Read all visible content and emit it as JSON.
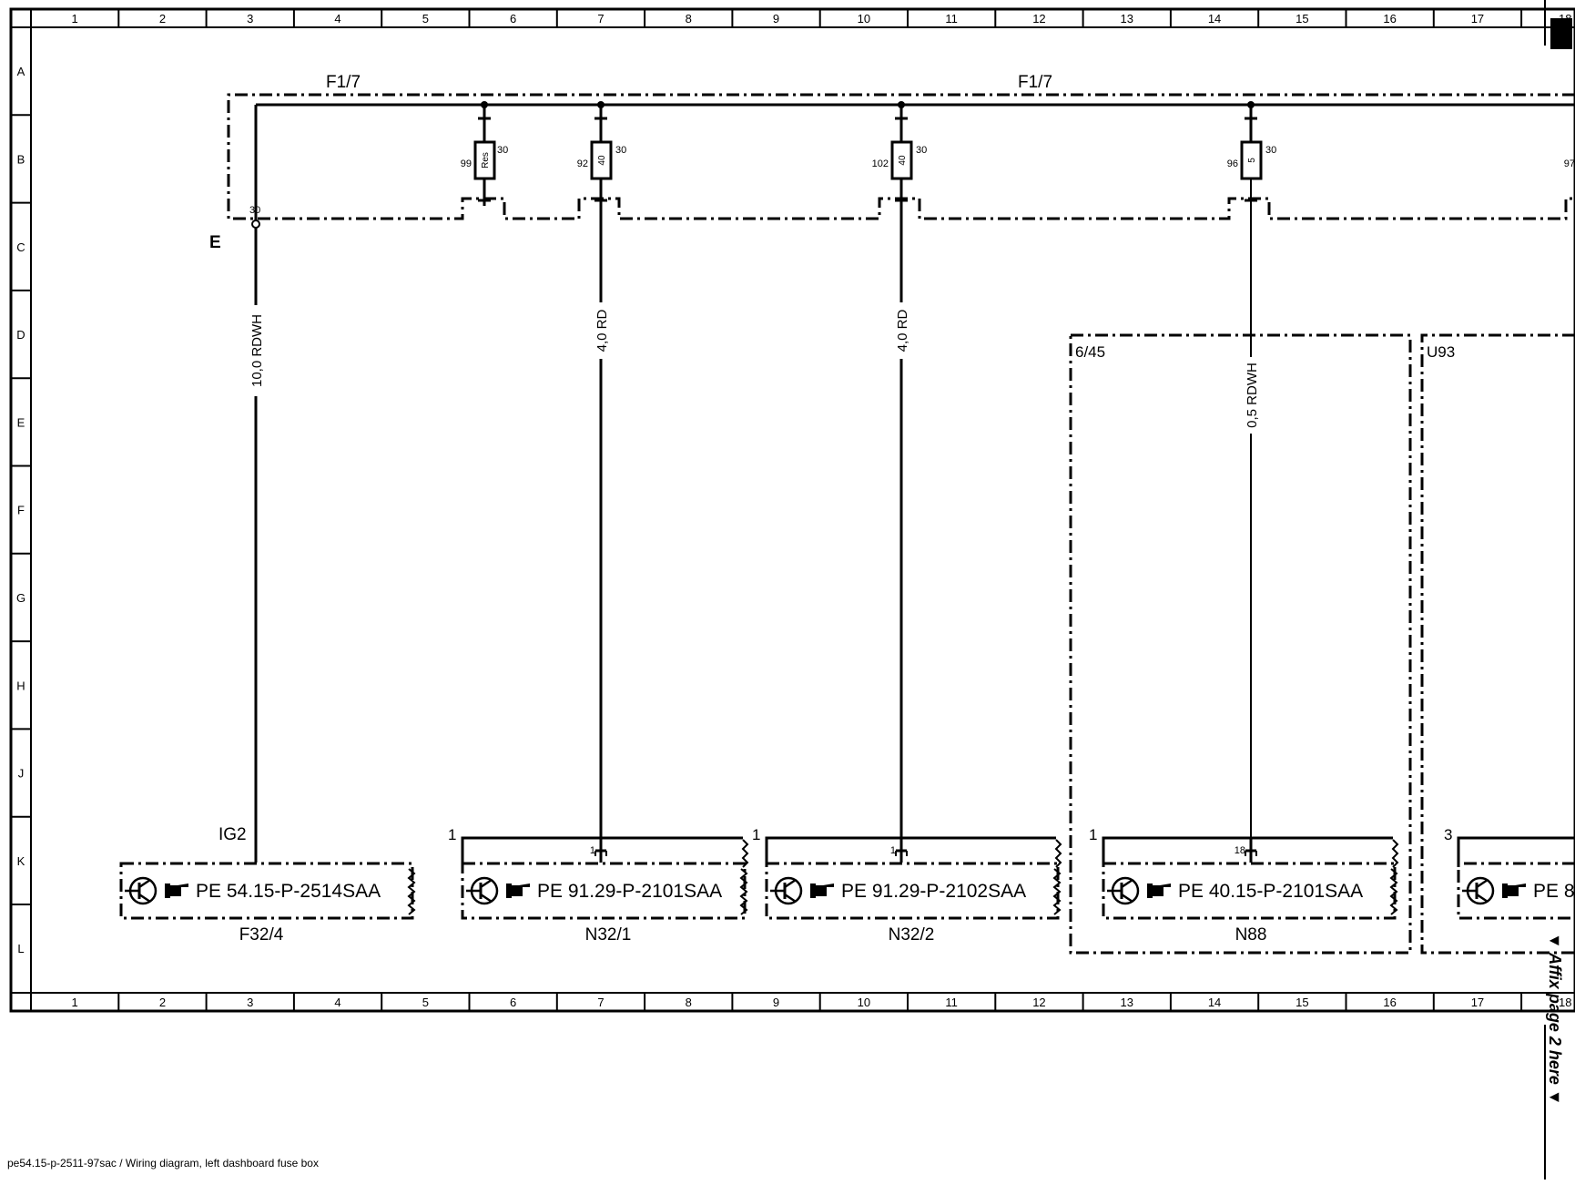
{
  "grid": {
    "columns": [
      "1",
      "2",
      "3",
      "4",
      "5",
      "6",
      "7",
      "8",
      "9",
      "10",
      "11",
      "12",
      "13",
      "14",
      "15",
      "16",
      "17",
      "18"
    ],
    "rows": [
      "A",
      "B",
      "C",
      "D",
      "E",
      "F",
      "G",
      "H",
      "J",
      "K",
      "L"
    ]
  },
  "top": {
    "rail_label_left": "F1/7",
    "rail_label_right": "F1/7",
    "box_letter": "E",
    "feed_pin": "30"
  },
  "fuses": [
    {
      "number": "99",
      "rating": "Res",
      "pin": "30"
    },
    {
      "number": "92",
      "rating": "40",
      "pin": "30"
    },
    {
      "number": "102",
      "rating": "40",
      "pin": "30"
    },
    {
      "number": "96",
      "rating": "5",
      "pin": "30"
    },
    {
      "number": "97"
    }
  ],
  "wires": [
    {
      "label": "10,0 RDWH"
    },
    {
      "label": "4,0 RD"
    },
    {
      "label": "4,0 RD"
    },
    {
      "label": "0,5 RDWH"
    }
  ],
  "zones": [
    {
      "label": "6/45"
    },
    {
      "label": "U93"
    }
  ],
  "components": [
    {
      "pin_left": "IG2",
      "pin_wire": "",
      "ref": "PE 54.15-P-2514SAA",
      "name": "F32/4"
    },
    {
      "pin_left": "1",
      "pin_wire": "1",
      "ref": "PE 91.29-P-2101SAA",
      "name": "N32/1"
    },
    {
      "pin_left": "1",
      "pin_wire": "1",
      "ref": "PE 91.29-P-2102SAA",
      "name": "N32/2"
    },
    {
      "pin_left": "1",
      "pin_wire": "18",
      "ref": "PE 40.15-P-2101SAA",
      "name": "N88"
    },
    {
      "pin_left": "3",
      "pin_wire": "",
      "ref": "PE 8",
      "name": ""
    }
  ],
  "affix_note": "▼ Affix page 2 here ▼",
  "footer": "pe54.15-p-2511-97sac / Wiring diagram, left dashboard fuse box"
}
